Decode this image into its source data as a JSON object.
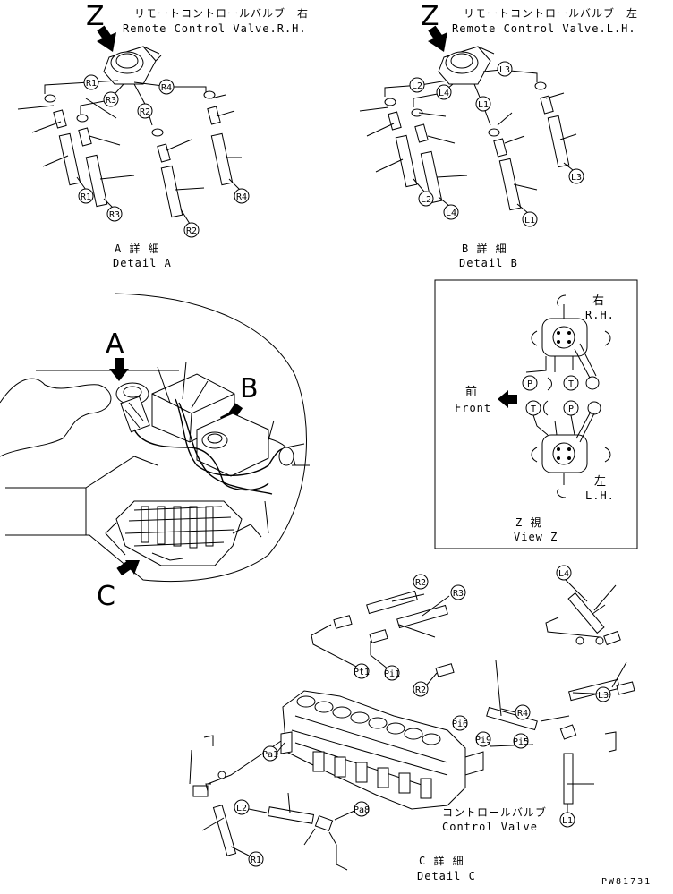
{
  "detail_a": {
    "view_letter": "Z",
    "title_jp": "リモートコントロールバルブ　右",
    "title_en": "Remote Control Valve.R.H.",
    "caption_jp": "A 詳 細",
    "caption_en": "Detail A",
    "tags": [
      "R1",
      "R3",
      "R4",
      "R2",
      "R1",
      "R3",
      "R2",
      "R4"
    ]
  },
  "detail_b": {
    "view_letter": "Z",
    "title_jp": "リモートコントロールバルブ　左",
    "title_en": "Remote Control Valve.L.H.",
    "caption_jp": "B 詳 細",
    "caption_en": "Detail B",
    "tags": [
      "L2",
      "L4",
      "L3",
      "L1",
      "L2",
      "L4",
      "L1",
      "L3"
    ]
  },
  "overview": {
    "label_a": "A",
    "label_b": "B",
    "label_c": "C"
  },
  "view_z": {
    "rh_jp": "右",
    "rh_en": "R.H.",
    "front_jp": "前",
    "front_en": "Front",
    "lh_jp": "左",
    "lh_en": "L.H.",
    "port_p": "P",
    "port_t": "T",
    "caption_jp": "Z 視",
    "caption_en": "View Z"
  },
  "detail_c": {
    "title_jp": "コントロールバルブ",
    "title_en": "Control Valve",
    "caption_jp": "C 詳 細",
    "caption_en": "Detail C",
    "tags": [
      "R2",
      "R3",
      "L4",
      "Pt1",
      "Pi1",
      "R2",
      "R4",
      "Pi6",
      "Pi9",
      "Pi5",
      "L3",
      "Pa1",
      "L2",
      "Pa8",
      "R1",
      "L1"
    ]
  },
  "drawing_number": "PW81731"
}
